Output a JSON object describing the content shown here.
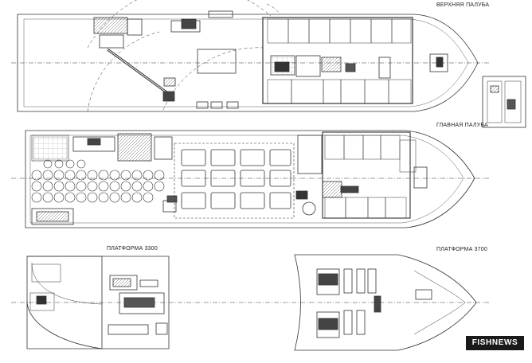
{
  "labels": {
    "upper_deck": "ВЕРХНЯЯ ПАЛУБА",
    "main_deck": "ГЛАВНАЯ ПАЛУБА",
    "platform_3300": "ПЛАТФОРМА 3300",
    "platform_3700": "ПЛАТФОРМА 3700"
  },
  "watermark": {
    "text": "FISHNEWS",
    "background": "#1a1a1a",
    "color": "#ffffff"
  },
  "colors": {
    "line": "#333333",
    "fill_gray": "#cfcfcf",
    "dark": "#2a2a2a"
  }
}
